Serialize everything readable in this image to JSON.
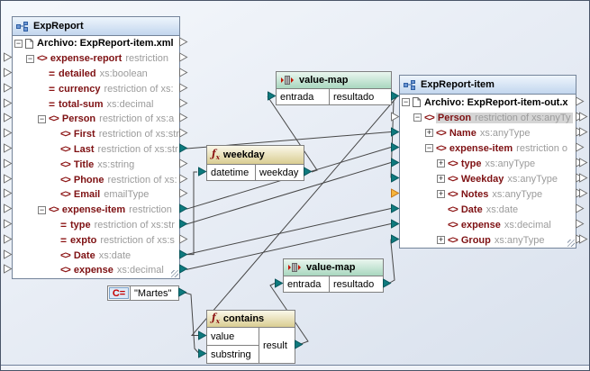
{
  "source_component": {
    "title": "ExpReport",
    "rows": [
      {
        "label": "Archivo: ExpReport-item.xml",
        "ann": "",
        "icon": "file",
        "level": 0,
        "expand": "minus",
        "in": "none",
        "out": "empty"
      },
      {
        "label": "expense-report",
        "ann": "restriction",
        "icon": "element",
        "level": 1,
        "expand": "minus",
        "in": "empty",
        "out": "empty"
      },
      {
        "label": "detailed",
        "ann": "xs:boolean",
        "icon": "attribute",
        "level": 2,
        "expand": "none",
        "in": "empty",
        "out": "empty"
      },
      {
        "label": "currency",
        "ann": "restriction of xs:",
        "icon": "attribute",
        "level": 2,
        "expand": "none",
        "in": "empty",
        "out": "empty"
      },
      {
        "label": "total-sum",
        "ann": "xs:decimal",
        "icon": "attribute",
        "level": 2,
        "expand": "none",
        "in": "empty",
        "out": "empty"
      },
      {
        "label": "Person",
        "ann": "restriction of xs:a",
        "icon": "element",
        "level": 2,
        "expand": "minus",
        "in": "empty",
        "out": "empty"
      },
      {
        "label": "First",
        "ann": "restriction of xs:str",
        "icon": "element",
        "level": 3,
        "expand": "none",
        "in": "empty",
        "out": "empty"
      },
      {
        "label": "Last",
        "ann": "restriction of xs:str",
        "icon": "element",
        "level": 3,
        "expand": "none",
        "in": "empty",
        "out": "filled"
      },
      {
        "label": "Title",
        "ann": "xs:string",
        "icon": "element",
        "level": 3,
        "expand": "none",
        "in": "empty",
        "out": "empty"
      },
      {
        "label": "Phone",
        "ann": "restriction of xs:",
        "icon": "element",
        "level": 3,
        "expand": "none",
        "in": "empty",
        "out": "empty"
      },
      {
        "label": "Email",
        "ann": "emailType",
        "icon": "element",
        "level": 3,
        "expand": "none",
        "in": "empty",
        "out": "empty"
      },
      {
        "label": "expense-item",
        "ann": "restriction",
        "icon": "element",
        "level": 2,
        "expand": "minus",
        "in": "empty",
        "out": "filled"
      },
      {
        "label": "type",
        "ann": "restriction of xs:str",
        "icon": "attribute",
        "level": 3,
        "expand": "none",
        "in": "empty",
        "out": "filled"
      },
      {
        "label": "expto",
        "ann": "restriction of xs:s",
        "icon": "attribute",
        "level": 3,
        "expand": "none",
        "in": "empty",
        "out": "empty"
      },
      {
        "label": "Date",
        "ann": "xs:date",
        "icon": "element",
        "level": 3,
        "expand": "none",
        "in": "empty",
        "out": "filled"
      },
      {
        "label": "expense",
        "ann": "xs:decimal",
        "icon": "element",
        "level": 3,
        "expand": "none",
        "in": "empty",
        "out": "filled"
      }
    ]
  },
  "target_component": {
    "title": "ExpReport-item",
    "rows": [
      {
        "label": "Archivo: ExpReport-item-out.x",
        "ann": "",
        "icon": "file",
        "level": 0,
        "expand": "minus",
        "in": "none",
        "out": "empty"
      },
      {
        "label": "Person",
        "ann": "restriction of xs:anyTy",
        "icon": "element",
        "level": 1,
        "expand": "minus",
        "in": "empty",
        "out": "double",
        "selected": true
      },
      {
        "label": "Name",
        "ann": "xs:anyType",
        "icon": "element",
        "level": 2,
        "expand": "plus",
        "in": "filled",
        "out": "double"
      },
      {
        "label": "expense-item",
        "ann": "restriction o",
        "icon": "element",
        "level": 2,
        "expand": "minus",
        "in": "filled",
        "out": "empty"
      },
      {
        "label": "type",
        "ann": "xs:anyType",
        "icon": "element",
        "level": 3,
        "expand": "plus",
        "in": "filled",
        "out": "double"
      },
      {
        "label": "Weekday",
        "ann": "xs:anyType",
        "icon": "element",
        "level": 3,
        "expand": "plus",
        "in": "filled",
        "out": "double"
      },
      {
        "label": "Notes",
        "ann": "xs:anyType",
        "icon": "element",
        "level": 3,
        "expand": "plus",
        "in": "orange",
        "out": "double"
      },
      {
        "label": "Date",
        "ann": "xs:date",
        "icon": "element",
        "level": 3,
        "expand": "none",
        "in": "filled",
        "out": "empty"
      },
      {
        "label": "expense",
        "ann": "xs:decimal",
        "icon": "element",
        "level": 3,
        "expand": "none",
        "in": "filled",
        "out": "empty"
      },
      {
        "label": "Group",
        "ann": "xs:anyType",
        "icon": "element",
        "level": 3,
        "expand": "plus",
        "in": "filled",
        "out": "double"
      }
    ]
  },
  "value_map_top": {
    "title": "value-map",
    "input": "entrada",
    "output": "resultado"
  },
  "weekday_fn": {
    "title": "weekday",
    "input": "datetime",
    "output": "weekday"
  },
  "value_map_bottom": {
    "title": "value-map",
    "input": "entrada",
    "output": "resultado"
  },
  "contains_fn": {
    "title": "contains",
    "input1": "value",
    "input2": "substring",
    "output": "result"
  },
  "constant": {
    "prefix": "C=",
    "value": "\"Martes\""
  },
  "connections": [
    {
      "from": "ExpReport.Person.Last",
      "to": "ExpReport-item.Person.Name"
    },
    {
      "from": "ExpReport.expense-item",
      "to": "ExpReport-item.expense-item"
    },
    {
      "from": "ExpReport.expense-item.type",
      "to": "ExpReport-item.expense-item.type"
    },
    {
      "from": "ExpReport.expense-item.Date",
      "to": "weekday.datetime"
    },
    {
      "from": "ExpReport.expense-item.Date",
      "to": "ExpReport-item.expense-item.Date"
    },
    {
      "from": "ExpReport.expense-item.expense",
      "to": "ExpReport-item.expense-item.expense"
    },
    {
      "from": "weekday.weekday",
      "to": "value-map-top.entrada"
    },
    {
      "from": "value-map-top.resultado",
      "to": "ExpReport-item.expense-item.Weekday"
    },
    {
      "from": "value-map-top.resultado",
      "to": "contains.value"
    },
    {
      "from": "constant.Martes",
      "to": "contains.substring"
    },
    {
      "from": "contains.result",
      "to": "value-map-bottom.entrada"
    },
    {
      "from": "value-map-bottom.resultado",
      "to": "ExpReport-item.expense-item.Group"
    }
  ],
  "colors": {
    "connector_filled": "#0e7a7e",
    "connector_orange": "#f6b43c",
    "line": "#474747",
    "name_text": "#7e1113"
  }
}
